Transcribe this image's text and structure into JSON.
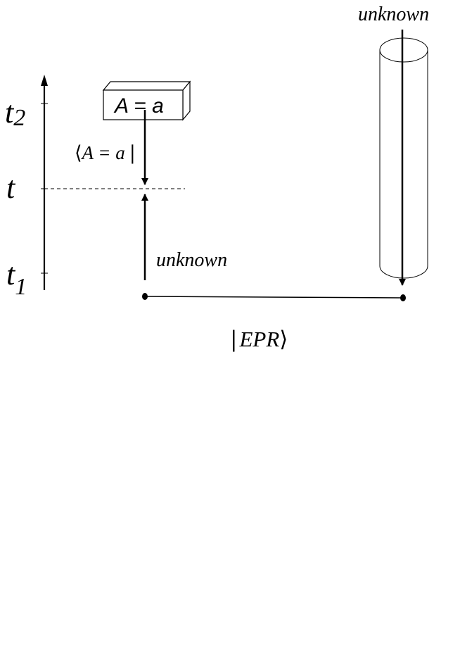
{
  "time_axis": {
    "t2": "t",
    "t2_sub": "2",
    "t": "t",
    "t1": "t",
    "t1_sub": "1"
  },
  "box": {
    "text": "A = a"
  },
  "bra": {
    "open": "⟨",
    "text": "A = a",
    "bar": "|"
  },
  "unknown_labels": {
    "top_right": "unknown",
    "middle": "unknown"
  },
  "ket": {
    "bar": "|",
    "text": "EPR",
    "close": "⟩"
  }
}
